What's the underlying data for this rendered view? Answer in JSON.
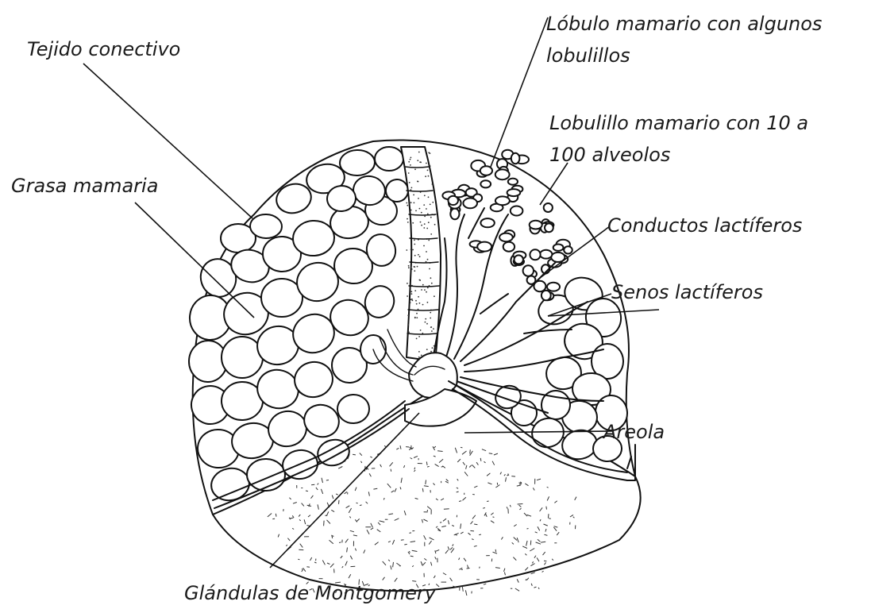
{
  "labels": {
    "tejido_conectivo": "Tejido conectivo",
    "grasa_mamaria": "Grasa mamaria",
    "lobulo_line1": "Lóbulo mamario con algunos",
    "lobulo_line2": "lobulillos",
    "lobulillo_line1": "Lobulillo mamario con 10 a",
    "lobulillo_line2": "100 alveolos",
    "conductos": "Conductos lactíferos",
    "senos": "Senos lactíferos",
    "areola": "Areola",
    "montgomery": "Glándulas de Montgomery"
  },
  "colors": {
    "ink": "#111111",
    "background": "#ffffff"
  }
}
